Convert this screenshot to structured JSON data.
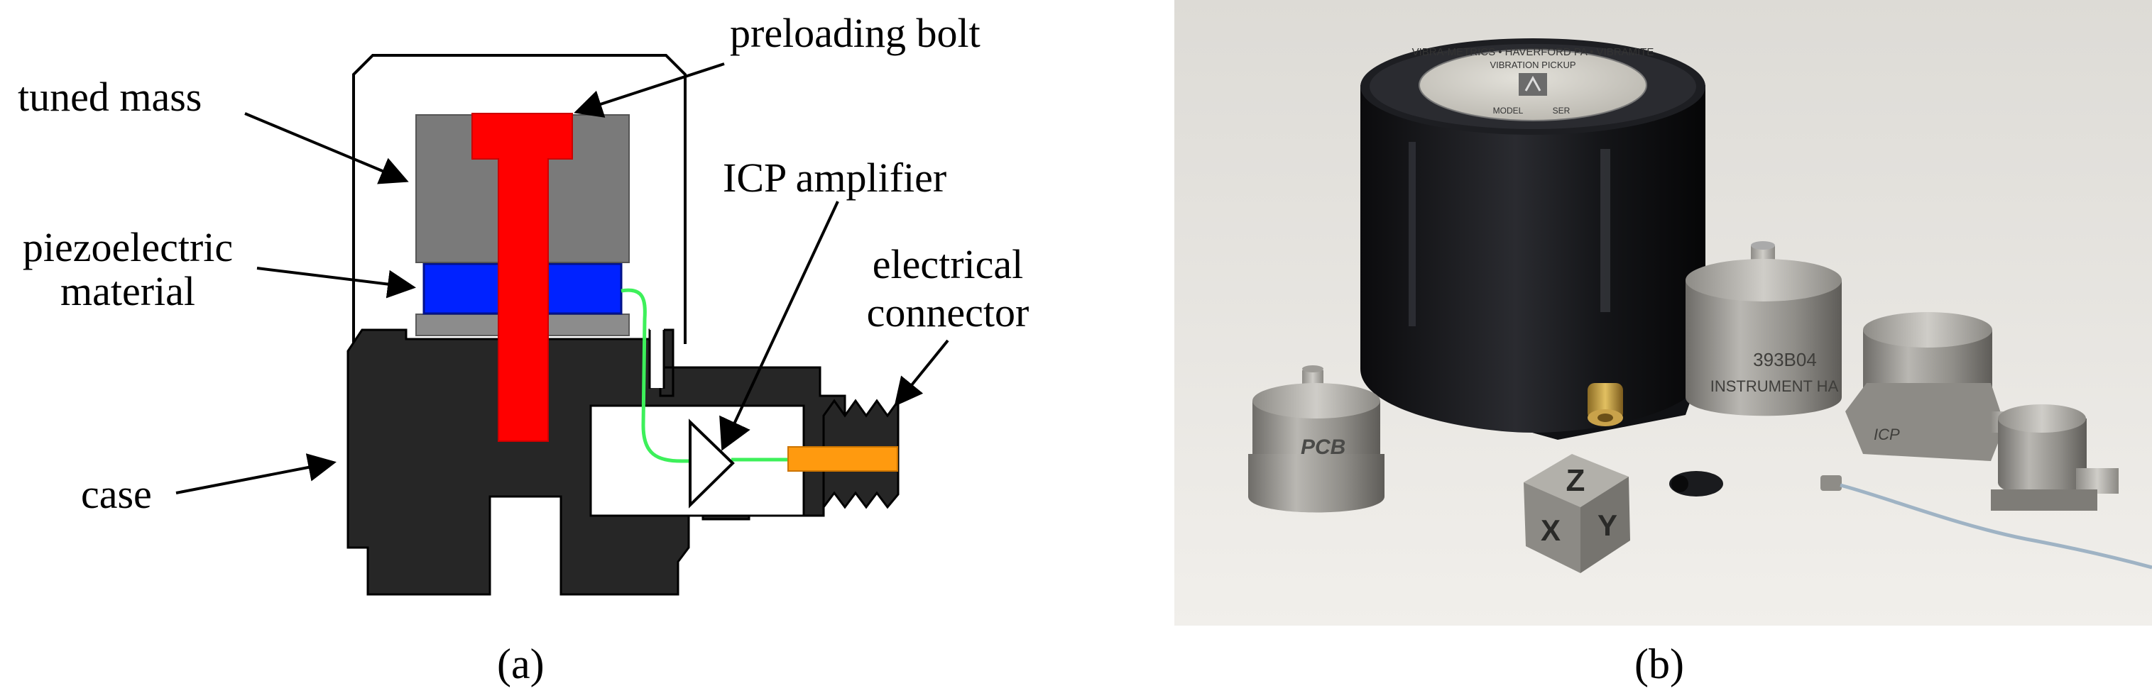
{
  "diagram": {
    "labels": {
      "tuned_mass": "tuned mass",
      "preloading_bolt": "preloading bolt",
      "piezo_line1": "piezoelectric",
      "piezo_line2": "material",
      "icp_amplifier": "ICP amplifier",
      "connector_line1": "electrical",
      "connector_line2": "connector",
      "case": "case"
    },
    "colors": {
      "case": "#262626",
      "tuned_mass": "#7a7a7a",
      "bolt": "#ff0000",
      "piezo": "#0022ff",
      "wire": "#3df05a",
      "connector_pin": "#ff9a0f",
      "base_plate": "#8c8c8c"
    }
  },
  "photo": {
    "background_color": "#e9e7e3",
    "sensor_markings": {
      "large_label_ring": "VIBRA-METRICS • HAVERFORD PA • VIBRAMITE",
      "large_label_mid": "VIBRATION PICKUP",
      "large_label_model": "MODEL",
      "large_label_ser": "SER",
      "medium_model": "393B04",
      "medium_text": "INSTRUMENT HA",
      "pcb_logo": "PCB",
      "cube_letter_top": "Z",
      "cube_letter_left": "X",
      "cube_letter_right": "Y",
      "icp_mark": "ICP"
    }
  },
  "captions": {
    "a": "(a)",
    "b": "(b)"
  }
}
